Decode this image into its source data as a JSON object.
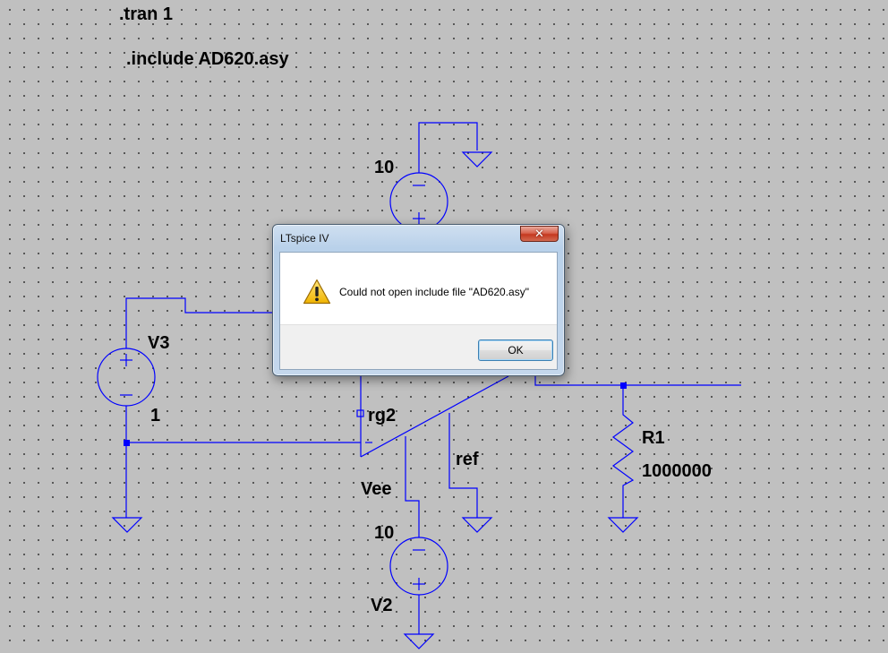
{
  "schematic": {
    "directives": {
      "tran": ".tran 1",
      "include": ".include AD620.asy"
    },
    "labels": {
      "top_source_value": "10",
      "v3_name": "V3",
      "v3_value": "1",
      "rg2": "rg2",
      "ref": "ref",
      "vee": "Vee",
      "v2_value": "10",
      "v2_name": "V2",
      "r1_name": "R1",
      "r1_value": "1000000"
    },
    "symbols": {
      "plus": "+",
      "minus": "−"
    },
    "wire_color": "#0000ff"
  },
  "dialog": {
    "title": "LTspice IV",
    "close_glyph": "✕",
    "icon": "warning-icon",
    "message": "Could not open include file \"AD620.asy\"",
    "ok_label": "OK"
  }
}
